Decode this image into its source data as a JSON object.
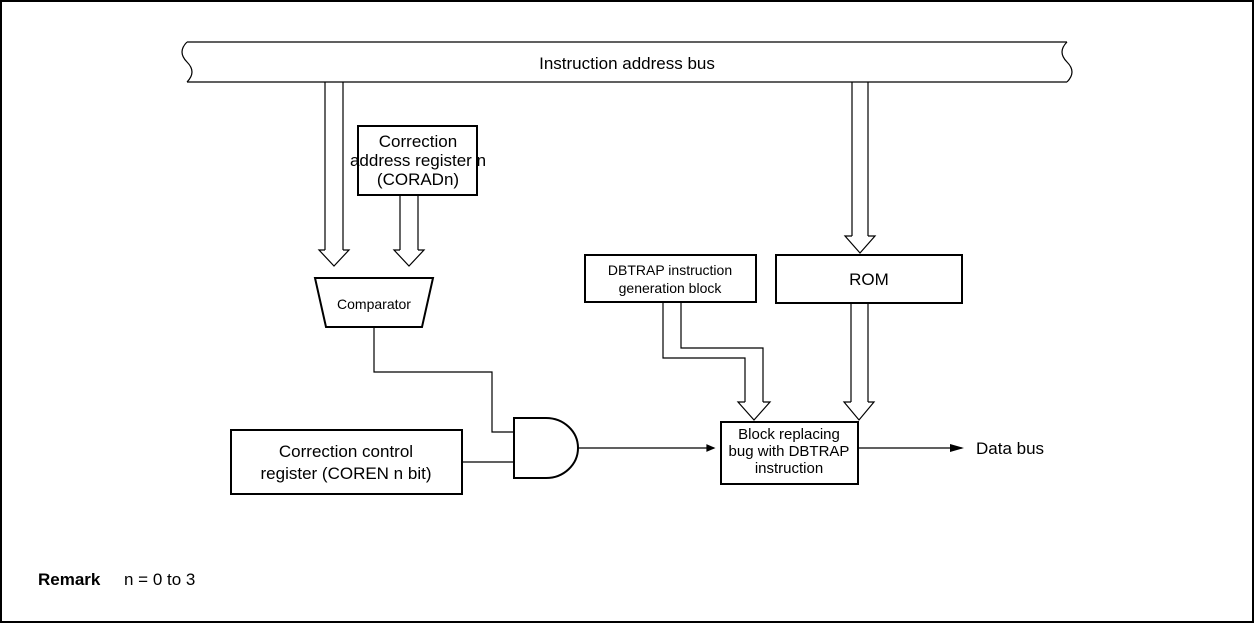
{
  "diagram": {
    "bus_label": "Instruction address bus",
    "corad_lines": [
      "Correction",
      "address register n",
      "(CORADn)"
    ],
    "comparator_label": "Comparator",
    "dbtrap_lines": [
      "DBTRAP instruction",
      "generation block"
    ],
    "rom_label": "ROM",
    "coren_lines": [
      "Correction control",
      "register (COREN n bit)"
    ],
    "block_lines": [
      "Block replacing",
      "bug with DBTRAP",
      "instruction"
    ],
    "data_bus_label": "Data bus"
  },
  "remark": {
    "label": "Remark",
    "text": "n = 0 to 3"
  }
}
